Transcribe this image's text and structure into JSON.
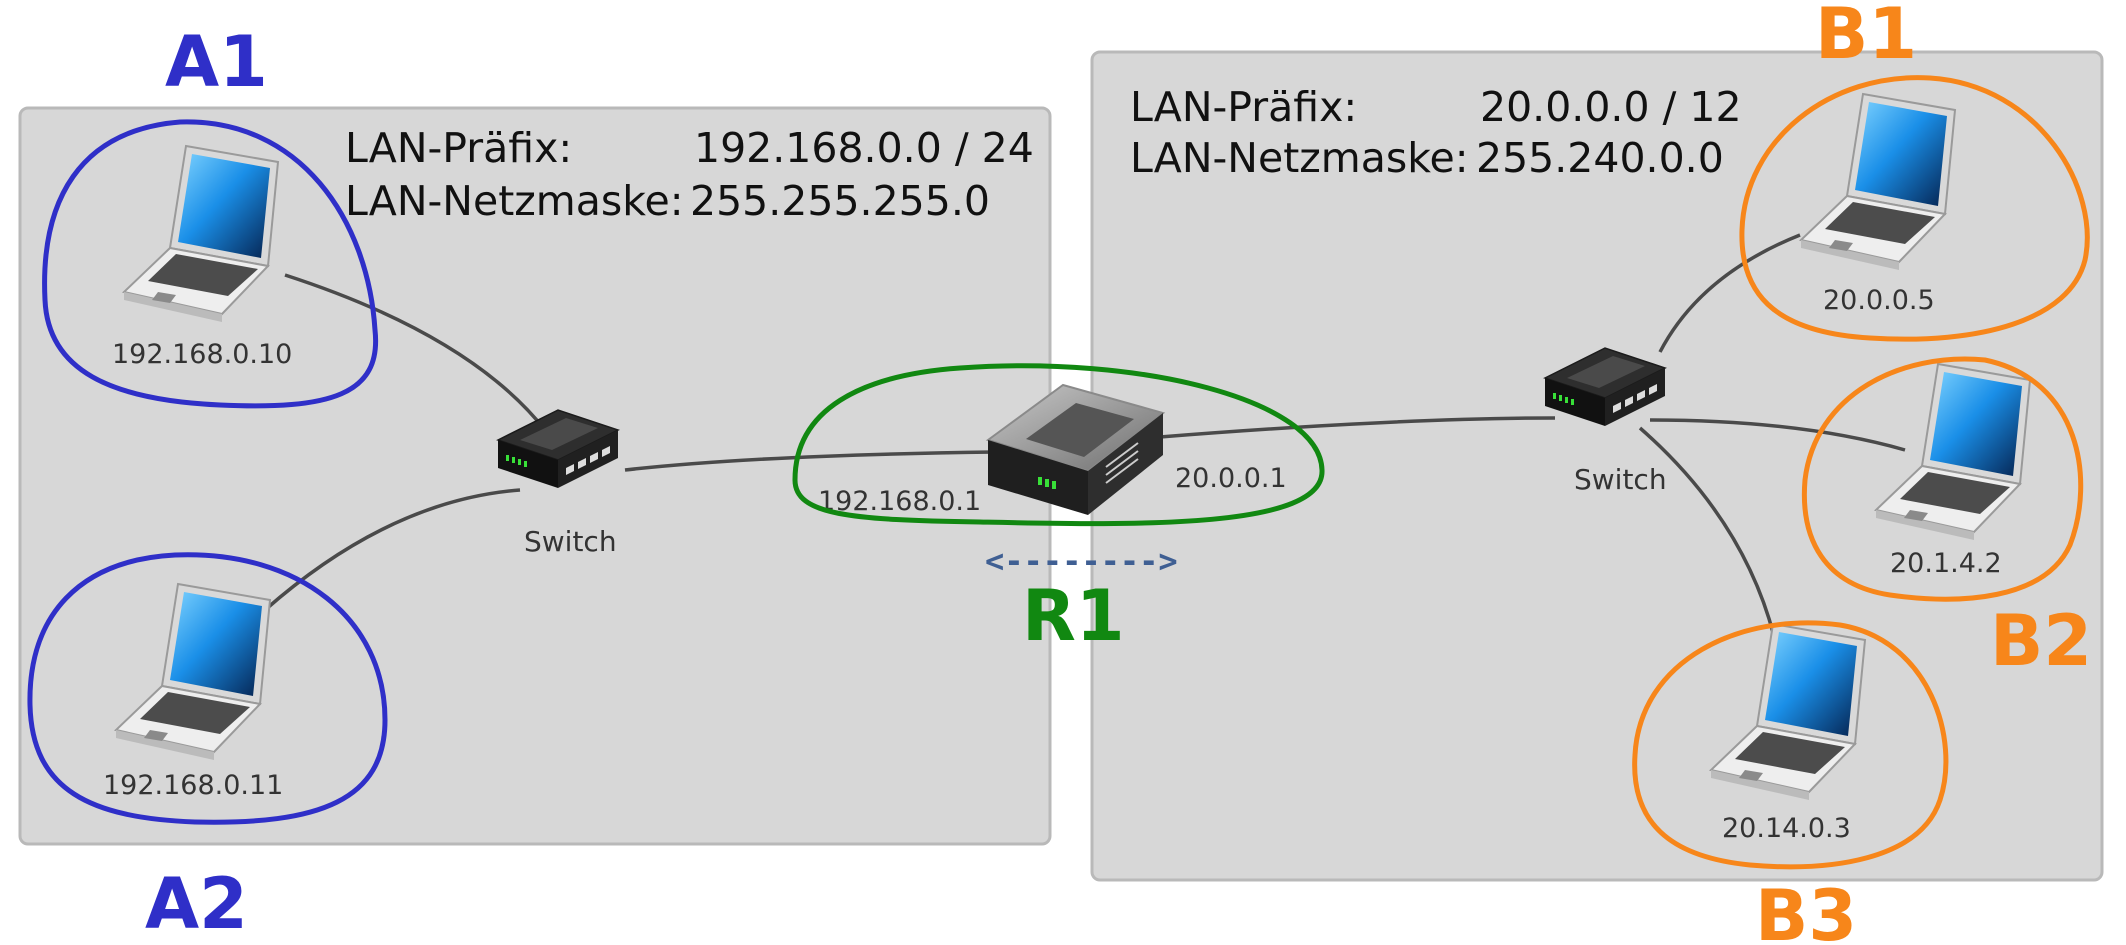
{
  "lan_a": {
    "prefix_label": "LAN-Präfix:",
    "prefix_value": "192.168.0.0 / 24",
    "mask_label": "LAN-Netzmaske:",
    "mask_value": "255.255.255.0"
  },
  "lan_b": {
    "prefix_label": "LAN-Präfix:",
    "prefix_value": "20.0.0.0 / 12",
    "mask_label": "LAN-Netzmaske:",
    "mask_value": "255.240.0.0"
  },
  "hosts": {
    "a1": {
      "label": "A1",
      "ip": "192.168.0.10"
    },
    "a2": {
      "label": "A2",
      "ip": "192.168.0.11"
    },
    "b1": {
      "label": "B1",
      "ip": "20.0.0.5"
    },
    "b2": {
      "label": "B2",
      "ip": "20.1.4.2"
    },
    "b3": {
      "label": "B3",
      "ip": "20.14.0.3"
    }
  },
  "switches": {
    "a": {
      "label": "Switch"
    },
    "b": {
      "label": "Switch"
    }
  },
  "router": {
    "label": "R1",
    "ip_left": "192.168.0.1",
    "ip_right": "20.0.0.1",
    "arrow": "<-------->"
  },
  "colors": {
    "lan_a_markup": "#2f2fc8",
    "lan_b_markup": "#f7861a",
    "router_markup": "#118811",
    "lan_background": "#d7d7d7",
    "lan_border": "#b9b9b9",
    "arrow": "#3f5f93"
  }
}
